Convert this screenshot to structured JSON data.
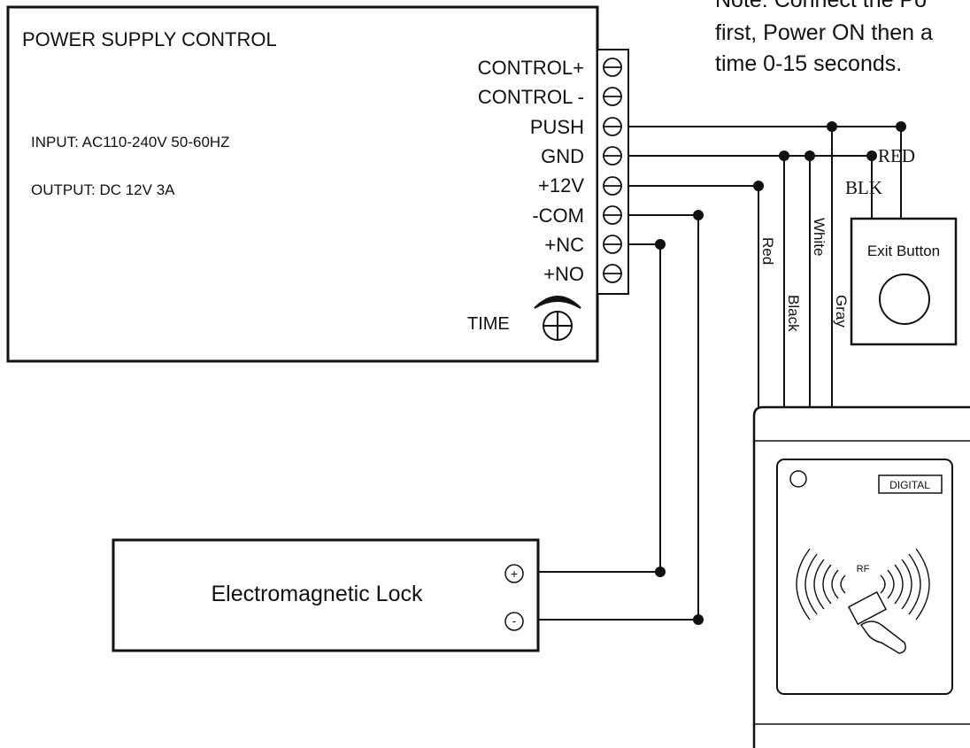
{
  "note": {
    "line1": "Note: Connect the Po",
    "line2": "first, Power ON then a",
    "line3": "time 0-15 seconds."
  },
  "power_supply": {
    "title": "POWER SUPPLY CONTROL",
    "input": "INPUT: AC110-240V 50-60HZ",
    "output": "OUTPUT: DC 12V 3A",
    "time_label": "TIME",
    "terminals": [
      "CONTROL+",
      "CONTROL -",
      "PUSH",
      "GND",
      "+12V",
      "-COM",
      "+NC",
      "+NO"
    ]
  },
  "wires": {
    "red": "Red",
    "black": "Black",
    "white": "White",
    "gray": "Gray",
    "button_red": "RED",
    "button_blk": "BLK"
  },
  "exit_button": {
    "label": "Exit Button"
  },
  "lock": {
    "label": "Electromagnetic Lock",
    "plus": "+",
    "minus": "-"
  },
  "reader": {
    "badge": "DIGITAL",
    "rf": "RF"
  }
}
